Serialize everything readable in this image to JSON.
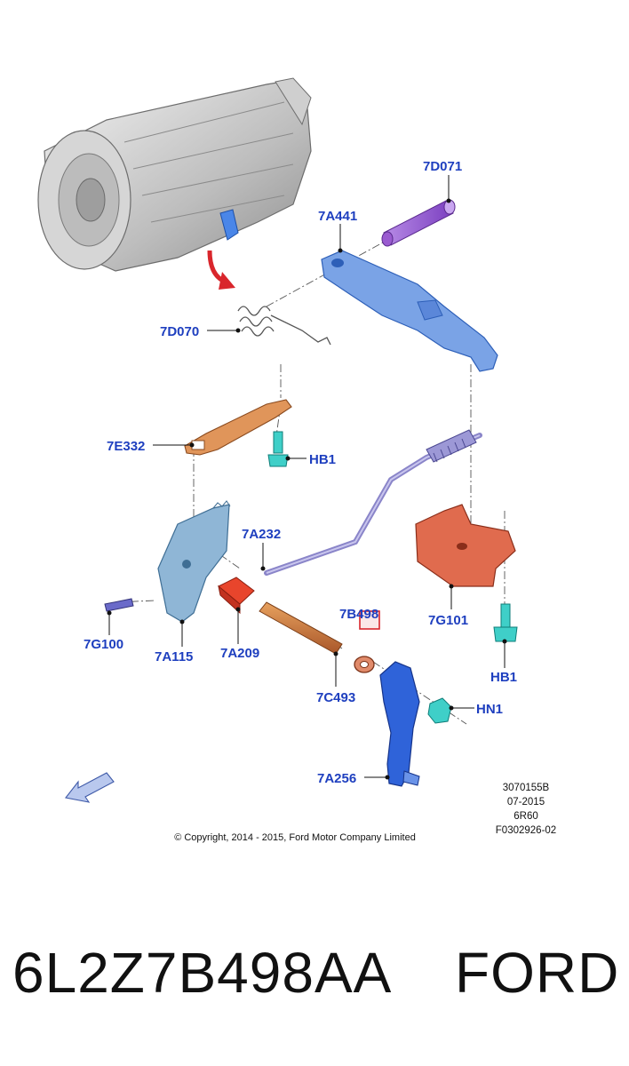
{
  "callouts": {
    "c7D071": "7D071",
    "c7A441": "7A441",
    "c7D070": "7D070",
    "c7E332": "7E332",
    "cHB1a": "HB1",
    "c7A232": "7A232",
    "c7G101": "7G101",
    "cHB1b": "HB1",
    "c7B498": "7B498",
    "c7G100": "7G100",
    "c7A115": "7A115",
    "c7A209": "7A209",
    "c7C493": "7C493",
    "cHN1": "HN1",
    "c7A256": "7A256"
  },
  "meta": {
    "line1": "3070155B",
    "line2": "07-2015",
    "line3": "6R60",
    "line4": "F0302926-02"
  },
  "copyright": "© Copyright, 2014 - 2015, Ford Motor Company Limited",
  "footer": {
    "part_number": "6L2Z7B498AA",
    "brand": "FORD"
  },
  "colors": {
    "callout": "#1e3fbf",
    "highlight": "#d9262c",
    "lever": "#5b87d9",
    "bracket": "#d9674a",
    "rod": "#9a5bd0",
    "link": "#d98a4a"
  }
}
